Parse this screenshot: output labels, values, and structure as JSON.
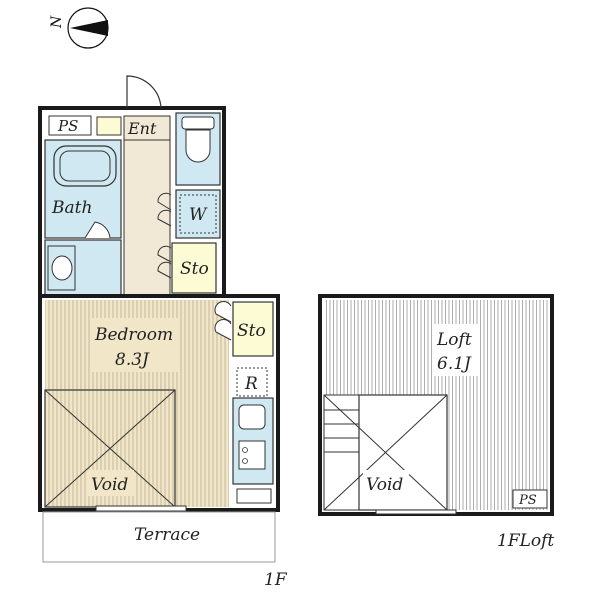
{
  "compass": {
    "north_label": "N"
  },
  "floor_1f": {
    "ps": "PS",
    "entrance": "Ent",
    "bath": "Bath",
    "washer": "W",
    "storage_hall": "Sto",
    "bedroom_name": "Bedroom",
    "bedroom_size": "8.3J",
    "storage_bedroom": "Sto",
    "refrigerator": "R",
    "void": "Void",
    "terrace": "Terrace",
    "floor_label": "1F"
  },
  "loft": {
    "name": "Loft",
    "size": "6.1J",
    "void": "Void",
    "ps": "PS",
    "floor_label": "1FLoft"
  },
  "colors": {
    "wet_area": "#cfe8f2",
    "storage": "#fdfbd4",
    "hall": "#f1e9d6",
    "bedroom": "#f1e6c8",
    "wall": "#1a1a1a"
  }
}
